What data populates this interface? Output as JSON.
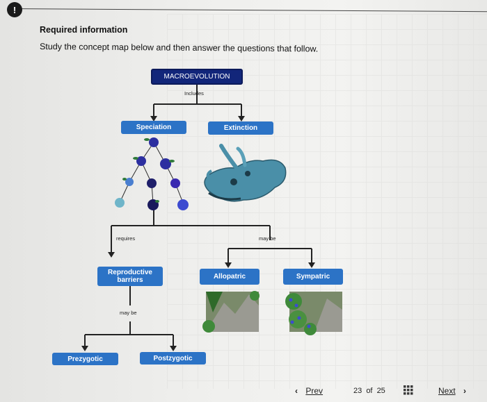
{
  "alert": {
    "symbol": "!"
  },
  "header": {
    "title": "Required information",
    "instruction": "Study the concept map below and then answer the questions that follow."
  },
  "concept_map": {
    "root": "MACROEVOLUTION",
    "includes_label": "Includes",
    "speciation": "Speciation",
    "extinction": "Extinction",
    "requires_label": "requires",
    "may_be_label_1": "may be",
    "reproductive_barriers": "Reproductive barriers",
    "allopatric": "Allopatric",
    "sympatric": "Sympatric",
    "may_be_label_2": "may be",
    "prezygotic": "Prezygotic",
    "postzygotic": "Postzygotic"
  },
  "pagination": {
    "prev_label": "Prev",
    "current": "23",
    "of_label": "of",
    "total": "25",
    "next_label": "Next"
  },
  "colors": {
    "navy": "#12267a",
    "blue": "#2c73c6",
    "flower": "#2c2fa0",
    "dino": "#4a8fa8"
  }
}
